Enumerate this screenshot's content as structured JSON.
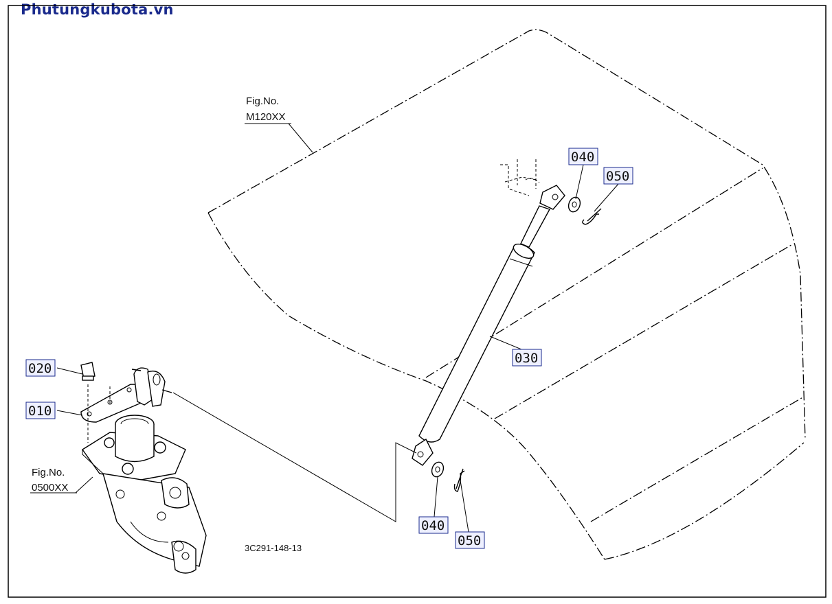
{
  "site": {
    "title": "Phutungkubota.vn"
  },
  "figure_refs": {
    "hood": {
      "line1": "Fig.No.",
      "line2": "M120XX"
    },
    "housing": {
      "line1": "Fig.No.",
      "line2": "0500XX"
    }
  },
  "drawing_code": "3C291-148-13",
  "callouts": {
    "p010": "010",
    "p020": "020",
    "p030": "030",
    "p040_top": "040",
    "p050_top": "050",
    "p040_bottom": "040",
    "p050_bottom": "050"
  }
}
